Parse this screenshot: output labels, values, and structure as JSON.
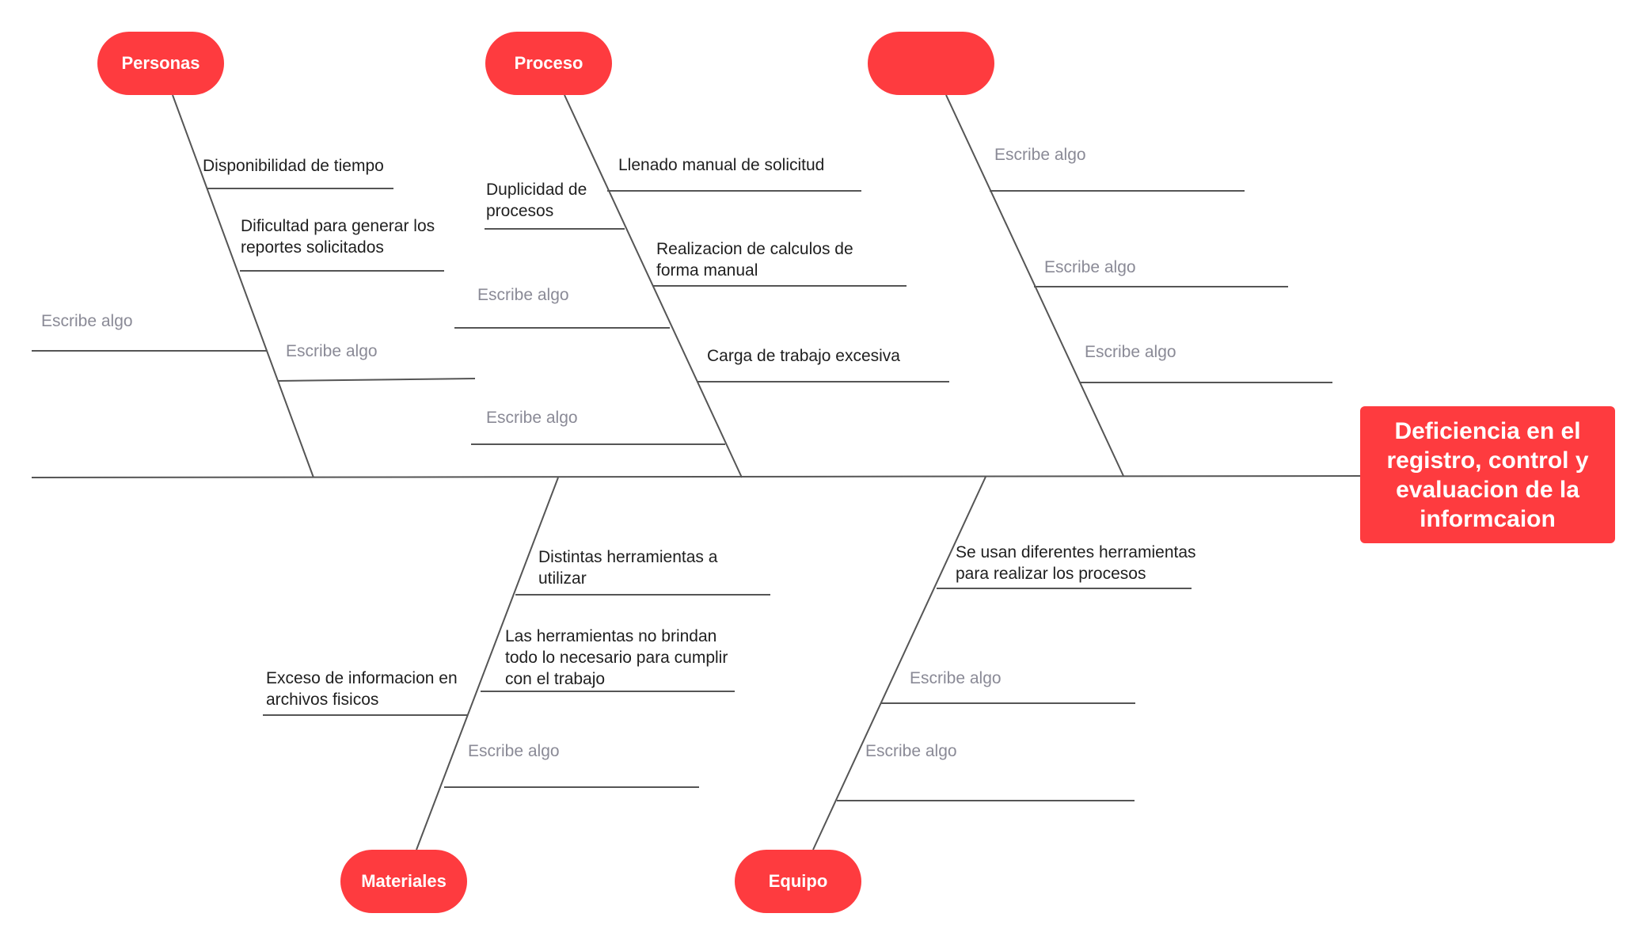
{
  "colors": {
    "accent": "#fe3b3f",
    "line": "#555555",
    "text": "#1f1f1f",
    "placeholder": "#8a8a96"
  },
  "effect": "Deficiencia en el registro, control y evaluacion de la informcaion",
  "categories": {
    "personas": "Personas",
    "proceso": "Proceso",
    "unnamed": "",
    "materiales": "Materiales",
    "equipo": "Equipo"
  },
  "causes": {
    "personas": [
      "Disponibilidad de tiempo",
      "Dificultad para generar los reportes solicitados",
      "Escribe algo",
      "Escribe algo"
    ],
    "proceso": [
      "Llenado manual de solicitud",
      "Duplicidad de procesos",
      "Realizacion de calculos de forma manual",
      "Escribe algo",
      "Carga de trabajo excesiva",
      "Escribe algo"
    ],
    "unnamed": [
      "Escribe algo",
      "Escribe algo",
      "Escribe algo"
    ],
    "materiales": [
      "Distintas herramientas a utilizar",
      "Las herramientas no brindan todo lo necesario para cumplir con el trabajo",
      "Exceso de informacion en archivos fisicos",
      "Escribe algo"
    ],
    "equipo": [
      "Se usan diferentes herramientas para realizar los procesos",
      "Escribe algo",
      "Escribe algo"
    ]
  }
}
